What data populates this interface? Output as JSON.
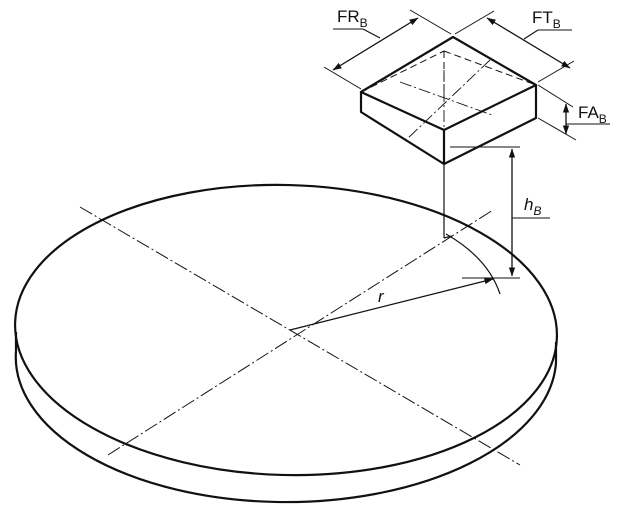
{
  "labels": {
    "fr": {
      "main": "FR",
      "sub": "B"
    },
    "ft": {
      "main": "FT",
      "sub": "B"
    },
    "fa": {
      "main": "FA",
      "sub": "B"
    },
    "h": {
      "main": "h",
      "sub": "B"
    },
    "r": {
      "main": "r"
    }
  },
  "colors": {
    "ink": "#111111",
    "background": "#ffffff"
  }
}
